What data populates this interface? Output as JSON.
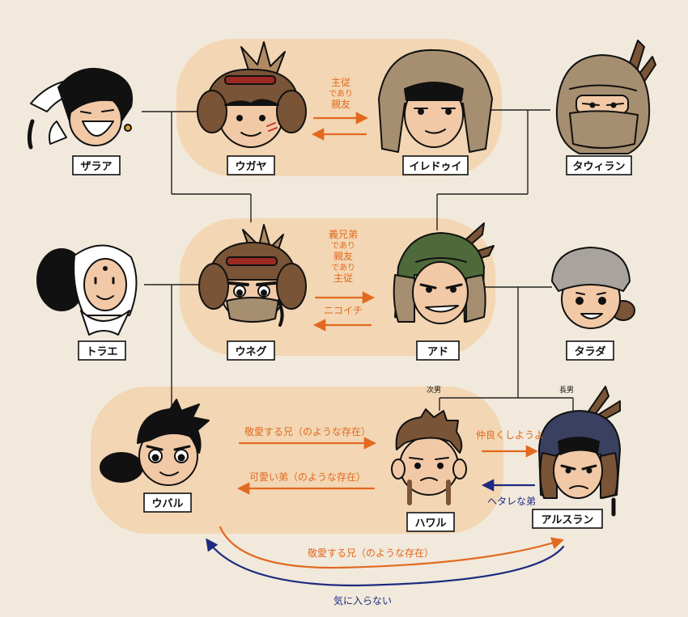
{
  "colors": {
    "background": "#f1e9dc",
    "group_highlight": "#f3d6b3",
    "lineage_line": "#222222",
    "relation_orange": "#e2691f",
    "relation_blue": "#1d2a80"
  },
  "characters": {
    "zaraa": "ザラア",
    "ugaya": "ウガヤ",
    "ireduui": "イレドゥイ",
    "tawiran": "タウィラン",
    "torae": "トラエ",
    "unegu": "ウネグ",
    "ado": "アド",
    "tarada": "タラダ",
    "ubaru": "ウバル",
    "hawaru": "ハワル",
    "arusuran": "アルスラン"
  },
  "sibling_labels": {
    "second_son": "次男",
    "eldest_son": "長男"
  },
  "relations": {
    "ugaya_ireduui": [
      "主従",
      "であり",
      "親友"
    ],
    "unegu_ado": [
      "義兄弟",
      "であり",
      "親友",
      "であり",
      "主従"
    ],
    "ado_unegu": "ニコイチ",
    "ubaru_hawaru": "敬愛する兄（のような存在）",
    "hawaru_ubaru": "可愛い弟（のような存在）",
    "hawaru_arusuran": "仲良くしようよ",
    "arusuran_hawaru": "ヘタレな弟",
    "ubaru_arusuran": "敬愛する兄（のような存在）",
    "arusuran_ubaru": "気に入らない"
  }
}
